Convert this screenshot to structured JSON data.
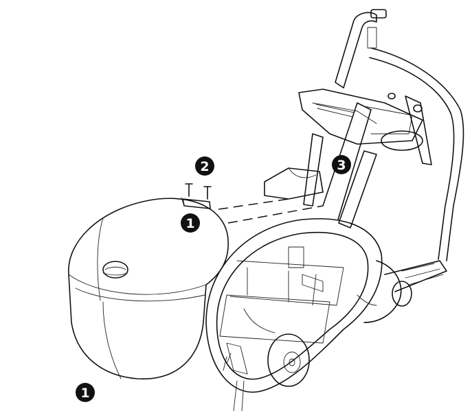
{
  "callouts": {
    "shroud_top": "1",
    "hardware": "2",
    "console": "3",
    "shroud_bottom": "1"
  },
  "colors": {
    "ink": "#111111",
    "paper": "#ffffff"
  }
}
